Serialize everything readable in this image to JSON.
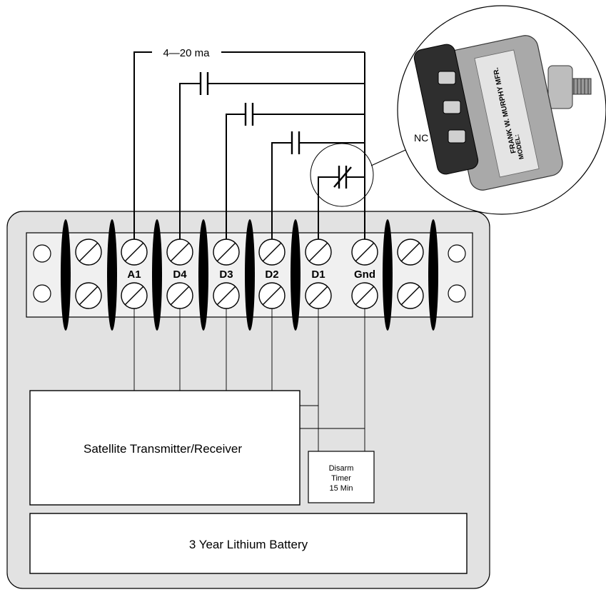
{
  "signal_label": "4—20 ma",
  "nc_label": "NC",
  "terminals": {
    "a1": "A1",
    "d4": "D4",
    "d3": "D3",
    "d2": "D2",
    "d1": "D1",
    "gnd": "Gnd"
  },
  "transmitter_label": "Satellite Transmitter/Receiver",
  "timer": {
    "line1": "Disarm",
    "line2": "Timer",
    "line3": "15 Min"
  },
  "battery_label": "3 Year Lithium Battery",
  "switch_label": {
    "line1": "FRANK W. MURPHY MFR.",
    "line2": "MODEL:"
  },
  "colors": {
    "enclosure_fill": "#e2e2e2",
    "strip_fill": "#f0f0f0",
    "ink": "#000000",
    "switch_body": "#a9a9a9",
    "switch_dark": "#2e2e2e"
  }
}
